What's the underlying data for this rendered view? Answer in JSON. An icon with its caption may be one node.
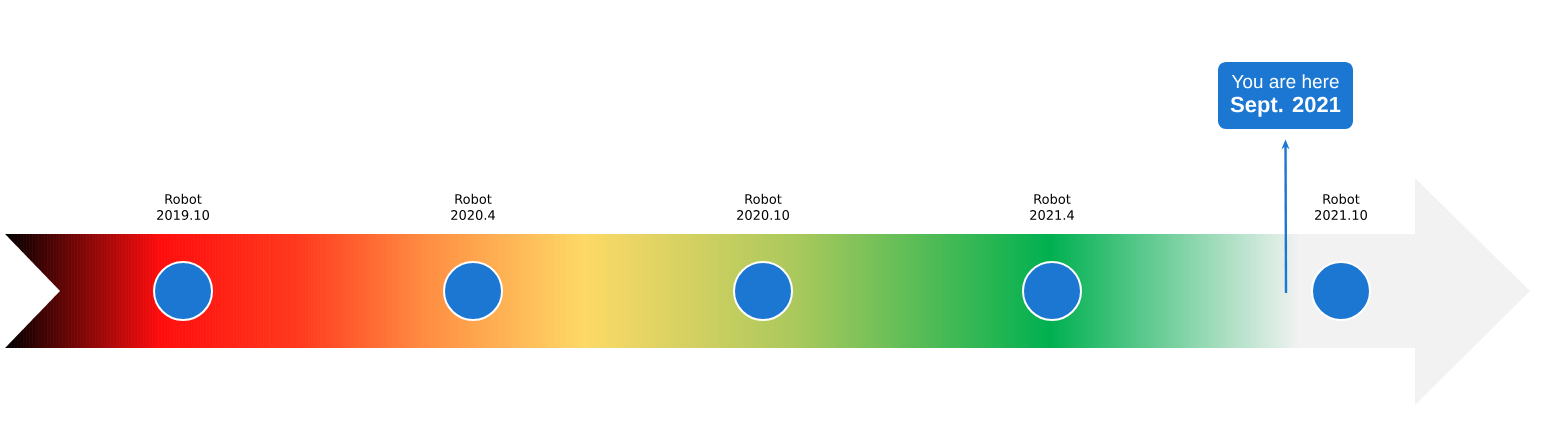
{
  "diagram": {
    "nodes": [
      {
        "text": [],
        "shape": "circle",
        "beside": [
          "Robot 2019.10"
        ]
      },
      {
        "text": [],
        "shape": "circle",
        "beside": [
          "Robot 2020.4"
        ]
      },
      {
        "text": [],
        "shape": "circle",
        "beside": [
          "Robot 2020.10"
        ]
      },
      {
        "text": [],
        "shape": "circle",
        "beside": [
          "Robot 2021.4"
        ]
      },
      {
        "text": [],
        "shape": "circle",
        "beside": [
          "Robot 2021.10"
        ]
      },
      {
        "text": [
          "You are here",
          "Sept. 2021"
        ]
      }
    ],
    "edges": [
      {
        "from": null,
        "to": 5,
        "arrow": "to"
      }
    ]
  }
}
